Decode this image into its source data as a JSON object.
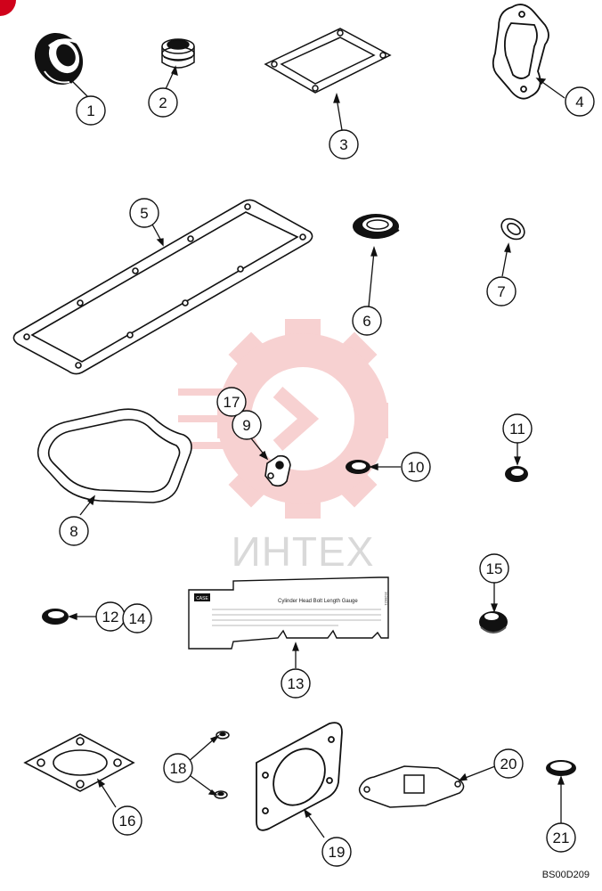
{
  "watermark": {
    "text": "ИНТЕХ"
  },
  "reference_code": "BS00D209",
  "gauge": {
    "title": "Cylinder Head Bolt Length Gauge",
    "code": "CASE",
    "part_no": "3928621"
  },
  "callouts": [
    {
      "id": "c1",
      "label": "1"
    },
    {
      "id": "c2",
      "label": "2"
    },
    {
      "id": "c3",
      "label": "3"
    },
    {
      "id": "c4",
      "label": "4"
    },
    {
      "id": "c5",
      "label": "5"
    },
    {
      "id": "c6",
      "label": "6"
    },
    {
      "id": "c7",
      "label": "7"
    },
    {
      "id": "c8",
      "label": "8"
    },
    {
      "id": "c9",
      "label": "9"
    },
    {
      "id": "c10",
      "label": "10"
    },
    {
      "id": "c11",
      "label": "11"
    },
    {
      "id": "c12",
      "label": "12"
    },
    {
      "id": "c13",
      "label": "13"
    },
    {
      "id": "c14",
      "label": "14"
    },
    {
      "id": "c15",
      "label": "15"
    },
    {
      "id": "c16",
      "label": "16"
    },
    {
      "id": "c17",
      "label": "17"
    },
    {
      "id": "c18",
      "label": "18"
    },
    {
      "id": "c19",
      "label": "19"
    },
    {
      "id": "c20",
      "label": "20"
    },
    {
      "id": "c21",
      "label": "21"
    }
  ]
}
